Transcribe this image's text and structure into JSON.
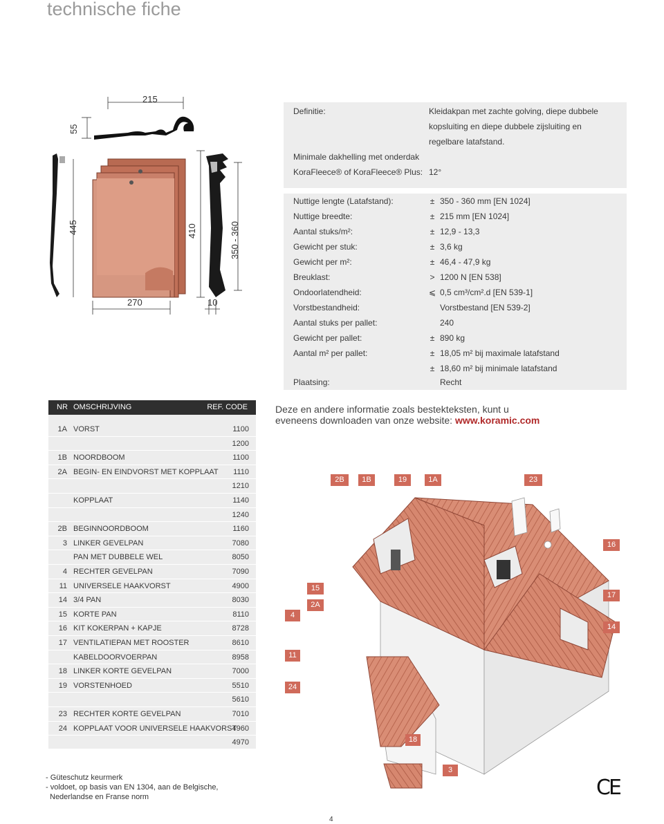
{
  "page": {
    "title": "technische fiche",
    "page_number": "4"
  },
  "drawing": {
    "dim_width": "215",
    "dim_height": "55",
    "dim_length": "445",
    "dim_410": "410",
    "dim_350_360": "350 - 360",
    "dim_270": "270",
    "dim_10": "10",
    "tile_color": "#c9806a"
  },
  "spec": {
    "definition_label": "Definitie:",
    "definition_lines": [
      "Kleidakpan met zachte golving, diepe dubbele",
      "kopsluiting en diepe dubbele zijsluiting en",
      "regelbare latafstand."
    ],
    "min_slope_label_1": "Minimale dakhelling met onderdak",
    "min_slope_label_2": "KoraFleece® of KoraFleece® Plus:",
    "min_slope_value": "12°",
    "rows": [
      {
        "label": "Nuttige lengte (Latafstand):",
        "op": "±",
        "value": "350 - 360 mm [EN 1024]"
      },
      {
        "label": "Nuttige breedte:",
        "op": "±",
        "value": "215 mm [EN 1024]"
      },
      {
        "label": "Aantal stuks/m²:",
        "op": "±",
        "value": "12,9 - 13,3"
      },
      {
        "label": "Gewicht per stuk:",
        "op": "±",
        "value": "3,6 kg"
      },
      {
        "label": "Gewicht per m²:",
        "op": "±",
        "value": "46,4 - 47,9 kg"
      },
      {
        "label": "Breuklast:",
        "op": ">",
        "value": "1200 N [EN 538]"
      },
      {
        "label": "Ondoorlatendheid:",
        "op": "⩽",
        "value": "0,5 cm³/cm².d [EN 539-1]"
      },
      {
        "label": "Vorstbestandheid:",
        "op": "",
        "value": "Vorstbestand [EN 539-2]"
      },
      {
        "label": "Aantal stuks per pallet:",
        "op": "",
        "value": "240"
      },
      {
        "label": "Gewicht per pallet:",
        "op": "±",
        "value": "890 kg"
      },
      {
        "label": "Aantal m² per pallet:",
        "op": "±",
        "value": "18,05 m² bij maximale latafstand"
      },
      {
        "label": "",
        "op": "±",
        "value": "18,60 m² bij minimale latafstand"
      },
      {
        "label": "Plaatsing:",
        "op": "",
        "value": "Recht"
      }
    ]
  },
  "table": {
    "header": {
      "nr": "NR",
      "desc": "OMSCHRIJVING",
      "ref": "REF. CODE"
    },
    "rows": [
      {
        "nr": "1A",
        "desc": "VORST",
        "code": "1100"
      },
      {
        "nr": "",
        "desc": "",
        "code": "1200"
      },
      {
        "nr": "1B",
        "desc": "NOORDBOOM",
        "code": "1100"
      },
      {
        "nr": "2A",
        "desc": "BEGIN- EN EINDVORST MET KOPPLAAT",
        "code": "1110"
      },
      {
        "nr": "",
        "desc": "",
        "code": "1210"
      },
      {
        "nr": "",
        "desc": "KOPPLAAT",
        "code": "1140"
      },
      {
        "nr": "",
        "desc": "",
        "code": "1240"
      },
      {
        "nr": "2B",
        "desc": "BEGINNOORDBOOM",
        "code": "1160"
      },
      {
        "nr": "3",
        "desc": "LINKER GEVELPAN",
        "code": "7080"
      },
      {
        "nr": "",
        "desc": "PAN MET DUBBELE WEL",
        "code": "8050"
      },
      {
        "nr": "4",
        "desc": "RECHTER GEVELPAN",
        "code": "7090"
      },
      {
        "nr": "11",
        "desc": "UNIVERSELE HAAKVORST",
        "code": "4900"
      },
      {
        "nr": "14",
        "desc": "3/4 PAN",
        "code": "8030"
      },
      {
        "nr": "15",
        "desc": "KORTE PAN",
        "code": "8110"
      },
      {
        "nr": "16",
        "desc": "KIT KOKERPAN + KAPJE",
        "code": "8728"
      },
      {
        "nr": "17",
        "desc": "VENTILATIEPAN MET ROOSTER",
        "code": "8610"
      },
      {
        "nr": "",
        "desc": "KABELDOORVOERPAN",
        "code": "8958"
      },
      {
        "nr": "18",
        "desc": "LINKER KORTE GEVELPAN",
        "code": "7000"
      },
      {
        "nr": "19",
        "desc": "VORSTENHOED",
        "code": "5510"
      },
      {
        "nr": "",
        "desc": "",
        "code": "5610"
      },
      {
        "nr": "23",
        "desc": "RECHTER KORTE GEVELPAN",
        "code": "7010"
      },
      {
        "nr": "24",
        "desc": "KOPPLAAT VOOR UNIVERSELE HAAKVORST",
        "code": "4960"
      },
      {
        "nr": "",
        "desc": "",
        "code": "4970"
      }
    ]
  },
  "info": {
    "line1": "Deze en andere informatie zoals bestekteksten, kunt u",
    "line2": "eveneens downloaden van onze website:",
    "website": "www.koramic.com"
  },
  "roof_labels": {
    "l_2B": "2B",
    "l_1B": "1B",
    "l_19": "19",
    "l_1A": "1A",
    "l_23": "23",
    "l_16": "16",
    "l_17": "17",
    "l_14": "14",
    "l_15": "15",
    "l_2A": "2A",
    "l_4": "4",
    "l_11": "11",
    "l_24": "24",
    "l_18": "18",
    "l_3": "3",
    "label_color": "#cf6a5a",
    "roof_color": "#d6876f"
  },
  "footer": {
    "line1": "- Güteschutz keurmerk",
    "line2": "- voldoet, op basis van EN 1304, aan de Belgische,",
    "line3": "Nederlandse en Franse norm",
    "ce_mark": "CE"
  }
}
